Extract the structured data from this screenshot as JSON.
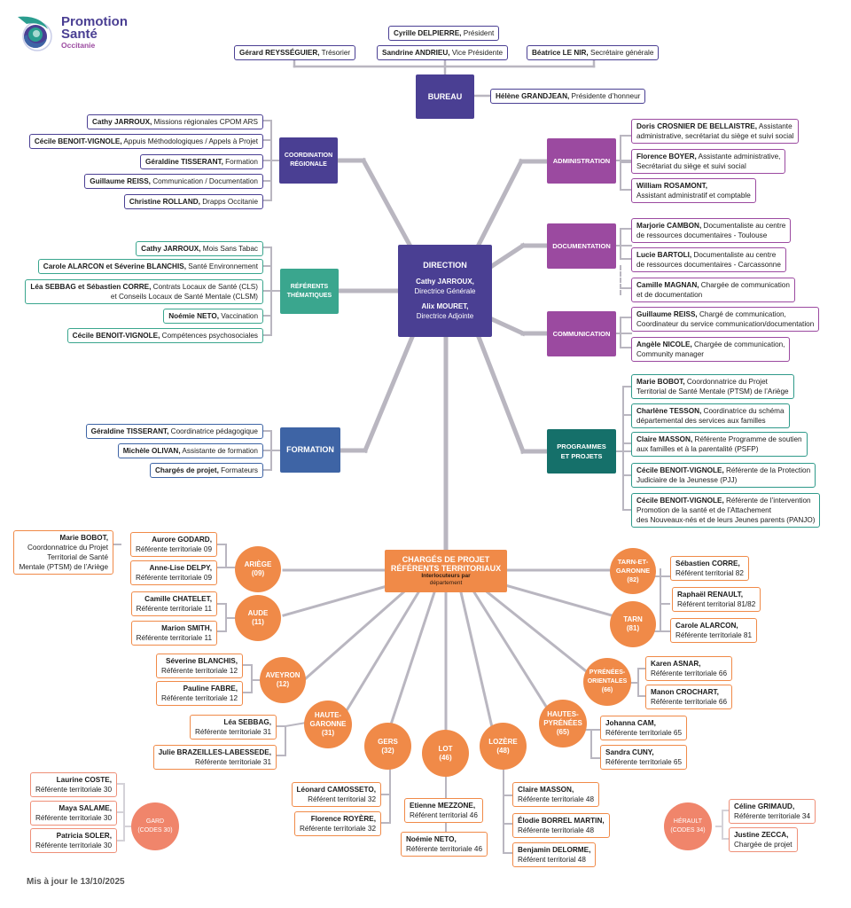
{
  "logo": {
    "line1": "Promotion",
    "line2": "Santé",
    "line3": "Occitanie"
  },
  "colors": {
    "bureau": "#4a3f93",
    "direction": "#4a3f93",
    "coordination": "#4a3f93",
    "administration": "#9b4aa0",
    "referents": "#3aa68e",
    "programmes": "#15706a",
    "formation": "#3e64a5",
    "territorial": "#f08a48",
    "territorial_light": "#f0856b",
    "connector": "#b9b6c0"
  },
  "bureau": {
    "title": "BUREAU",
    "members": [
      {
        "name": "Cyrille DELPIERRE,",
        "role": " Président"
      },
      {
        "name": "Gérard REYSSÉGUIER,",
        "role": " Trésorier"
      },
      {
        "name": "Sandrine ANDRIEU,",
        "role": " Vice Présidente"
      },
      {
        "name": "Béatrice LE NIR,",
        "role": " Secrétaire générale"
      },
      {
        "name": "Hélène GRANDJEAN,",
        "role": " Présidente d’honneur"
      }
    ]
  },
  "direction": {
    "title": "DIRECTION",
    "people": [
      {
        "name": "Cathy JARROUX,",
        "role": "Directrice Générale"
      },
      {
        "name": "Alix MOURET,",
        "role": "Directrice Adjointe"
      }
    ]
  },
  "coordination": {
    "title": "COORDINATION RÉGIONALE",
    "members": [
      {
        "name": "Cathy JARROUX,",
        "role": " Missions régionales CPOM ARS"
      },
      {
        "name": "Cécile BENOIT-VIGNOLE,",
        "role": " Appuis Méthodologiques / Appels à Projet"
      },
      {
        "name": "Géraldine TISSERANT,",
        "role": " Formation"
      },
      {
        "name": "Guillaume REISS,",
        "role": " Communication / Documentation"
      },
      {
        "name": "Christine ROLLAND,",
        "role": " Drapps Occitanie"
      }
    ]
  },
  "referents": {
    "title": "RÉFÉRENTS THÉMATIQUES",
    "members": [
      {
        "name": "Cathy JARROUX,",
        "role": " Mois Sans Tabac",
        "role2": ""
      },
      {
        "name": "Carole ALARCON et Séverine BLANCHIS,",
        "role": " Santé Environnement",
        "role2": ""
      },
      {
        "name": "Léa SEBBAG et Sébastien CORRE,",
        "role": " Contrats Locaux de Santé (CLS)",
        "role2": "et Conseils Locaux de Santé Mentale (CLSM)"
      },
      {
        "name": "Noémie NETO,",
        "role": " Vaccination",
        "role2": ""
      },
      {
        "name": "Cécile BENOIT-VIGNOLE,",
        "role": " Compétences psychosociales",
        "role2": ""
      }
    ]
  },
  "formation": {
    "title": "FORMATION",
    "members": [
      {
        "name": "Géraldine TISSERANT,",
        "role": " Coordinatrice pédagogique"
      },
      {
        "name": "Michèle OLIVAN,",
        "role": " Assistante de formation"
      },
      {
        "name": "Chargés de projet,",
        "role": " Formateurs"
      }
    ]
  },
  "administration": {
    "title": "ADMINISTRATION",
    "members": [
      {
        "name": "Doris CROSNIER DE BELLAISTRE,",
        "role": " Assistante",
        "role2": "administrative, secrétariat du siège et suivi social"
      },
      {
        "name": "Florence BOYER,",
        "role": " Assistante administrative,",
        "role2": "Secrétariat du siège et suivi social"
      },
      {
        "name": "William ROSAMONT,",
        "role": "",
        "role2": "Assistant administratif et comptable"
      }
    ]
  },
  "documentation": {
    "title": "DOCUMENTATION",
    "members": [
      {
        "name": "Marjorie CAMBON,",
        "role": " Documentaliste au centre",
        "role2": "de ressources documentaires - Toulouse"
      },
      {
        "name": "Lucie BARTOLI,",
        "role": " Documentaliste au centre",
        "role2": "de ressources documentaires - Carcassonne"
      },
      {
        "name": "Camille MAGNAN,",
        "role": " Chargée de communication",
        "role2": "et de documentation"
      }
    ]
  },
  "communication": {
    "title": "COMMUNICATION",
    "members": [
      {
        "name": "Guillaume REISS,",
        "role": " Chargé de communication,",
        "role2": "Coordinateur du service communication/documentation"
      },
      {
        "name": "Angèle NICOLE,",
        "role": " Chargée de communication,",
        "role2": "Community manager"
      }
    ]
  },
  "programmes": {
    "title": "PROGRAMMES ET PROJETS",
    "members": [
      {
        "name": "Marie BOBOT,",
        "role": " Coordonnatrice du Projet",
        "role2": "Territorial de Santé Mentale (PTSM) de l’Ariège",
        "role3": ""
      },
      {
        "name": "Charlène TESSON,",
        "role": " Coordinatrice du schéma",
        "role2": "départemental des services aux familles",
        "role3": ""
      },
      {
        "name": "Claire MASSON,",
        "role": " Référente Programme de soutien",
        "role2": "aux familles et à la parentalité (PSFP)",
        "role3": ""
      },
      {
        "name": "Cécile BENOIT-VIGNOLE,",
        "role": " Référente de la Protection",
        "role2": "Judiciaire de la Jeunesse (PJJ)",
        "role3": ""
      },
      {
        "name": "Cécile BENOIT-VIGNOLE,",
        "role": " Référente de l’intervention",
        "role2": "Promotion de la santé et de l’Attachement",
        "role3": "des Nouveaux-nés et de leurs Jeunes parents (PANJO)"
      }
    ]
  },
  "territorial": {
    "title1": "CHARGÉS DE PROJET",
    "title2": "RÉFÉRENTS TERRITORIAUX",
    "subtitle1": "Interlocuteurs par",
    "subtitle2": "département",
    "departments": [
      {
        "id": "ariege",
        "name": "ARIÈGE",
        "code": "(09)",
        "members": [
          {
            "name": "Aurore GODARD,",
            "role": "Référente territoriale 09"
          },
          {
            "name": "Anne-Lise DELPY,",
            "role": "Référente territoriale 09"
          }
        ],
        "extra": {
          "name": "Marie BOBOT,",
          "l1": "Coordonnatrice du Projet",
          "l2": "Territorial de Santé",
          "l3": "Mentale (PTSM) de l’Ariège"
        }
      },
      {
        "id": "aude",
        "name": "AUDE",
        "code": "(11)",
        "members": [
          {
            "name": "Camille CHATELET,",
            "role": "Référente territoriale 11"
          },
          {
            "name": "Marion SMITH,",
            "role": "Référente territoriale 11"
          }
        ]
      },
      {
        "id": "aveyron",
        "name": "AVEYRON",
        "code": "(12)",
        "members": [
          {
            "name": "Séverine BLANCHIS,",
            "role": "Référente territoriale 12"
          },
          {
            "name": "Pauline FABRE,",
            "role": "Référente territoriale 12"
          }
        ]
      },
      {
        "id": "haute-garonne",
        "name": "HAUTE-GARONNE",
        "name1": "HAUTE-",
        "name2": "GARONNE",
        "code": "(31)",
        "members": [
          {
            "name": "Léa SEBBAG,",
            "role": "Référente territoriale 31"
          },
          {
            "name": "Julie BRAZEILLES-LABESSEDE,",
            "role": "Référente territoriale 31"
          }
        ]
      },
      {
        "id": "gers",
        "name": "GERS",
        "code": "(32)",
        "members": [
          {
            "name": "Léonard CAMOSSETO,",
            "role": "Référent territorial 32"
          },
          {
            "name": "Florence ROYÈRE,",
            "role": "Référente territoriale 32"
          }
        ]
      },
      {
        "id": "lot",
        "name": "LOT",
        "code": "(46)",
        "members": [
          {
            "name": "Etienne MEZZONE,",
            "role": "Référent territorial 46"
          },
          {
            "name": "Noémie NETO,",
            "role": "Référente territoriale 46"
          }
        ]
      },
      {
        "id": "lozere",
        "name": "LOZÈRE",
        "code": "(48)",
        "members": [
          {
            "name": "Claire MASSON,",
            "role": "Référente territoriale 48"
          },
          {
            "name": "Élodie BORREL MARTIN,",
            "role": "Référente territoriale 48"
          },
          {
            "name": "Benjamin DELORME,",
            "role": "Référent territorial 48"
          }
        ]
      },
      {
        "id": "hautes-pyrenees",
        "name": "HAUTES-PYRÉNÉES",
        "name1": "HAUTES-",
        "name2": "PYRÉNÉES",
        "code": "(65)",
        "members": [
          {
            "name": "Johanna CAM,",
            "role": "Référente territoriale 65"
          },
          {
            "name": "Sandra CUNY,",
            "role": "Référente territoriale 65"
          }
        ]
      },
      {
        "id": "pyrenees-orientales",
        "name": "PYRÉNÉES-ORIENTALES",
        "name1": "PYRÉNÉES-",
        "name2": "ORIENTALES",
        "code": "(66)",
        "members": [
          {
            "name": "Karen ASNAR,",
            "role": "Référente territoriale 66"
          },
          {
            "name": "Manon CROCHART,",
            "role": "Référente territoriale 66"
          }
        ]
      },
      {
        "id": "tarn",
        "name": "TARN",
        "code": "(81)",
        "members": [
          {
            "name": "Raphaël RENAULT,",
            "role": "Référent territorial 81/82"
          },
          {
            "name": "Carole ALARCON,",
            "role": "Référente territoriale 81"
          }
        ]
      },
      {
        "id": "tarn-et-garonne",
        "name": "TARN-ET-GARONNE",
        "name1": "TARN-ET-",
        "name2": "GARONNE",
        "code": "(82)",
        "members": [
          {
            "name": "Sébastien CORRE,",
            "role": "Référent territorial 82"
          }
        ]
      },
      {
        "id": "gard",
        "name": "GARD",
        "code": "(CODES 30)",
        "members": [
          {
            "name": "Laurine COSTE,",
            "role": "Référente territoriale 30"
          },
          {
            "name": "Maya SALAME,",
            "role": "Référente territoriale 30"
          },
          {
            "name": "Patricia SOLER,",
            "role": "Référente territoriale 30"
          }
        ]
      },
      {
        "id": "herault",
        "name": "HÉRAULT",
        "code": "(CODES 34)",
        "members": [
          {
            "name": "Céline GRIMAUD,",
            "role": "Référente territoriale 34"
          },
          {
            "name": "Justine ZECCA,",
            "role": "Chargée de projet"
          }
        ]
      }
    ]
  },
  "footer": {
    "updated": "Mis à jour le 13/10/2025"
  }
}
